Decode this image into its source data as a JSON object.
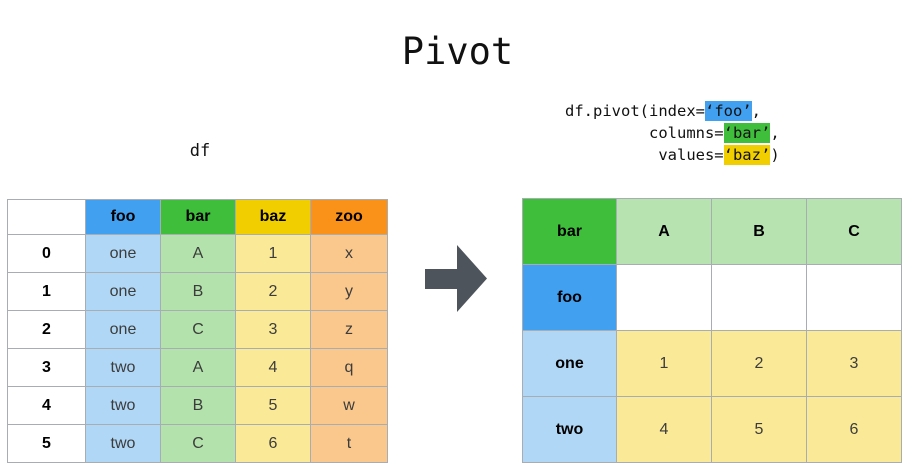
{
  "title": "Pivot",
  "left_panel": {
    "label": "df",
    "table": {
      "headers": {
        "index": "",
        "foo": "foo",
        "bar": "bar",
        "baz": "baz",
        "zoo": "zoo"
      },
      "rows": [
        {
          "idx": "0",
          "foo": "one",
          "bar": "A",
          "baz": "1",
          "zoo": "x"
        },
        {
          "idx": "1",
          "foo": "one",
          "bar": "B",
          "baz": "2",
          "zoo": "y"
        },
        {
          "idx": "2",
          "foo": "one",
          "bar": "C",
          "baz": "3",
          "zoo": "z"
        },
        {
          "idx": "3",
          "foo": "two",
          "bar": "A",
          "baz": "4",
          "zoo": "q"
        },
        {
          "idx": "4",
          "foo": "two",
          "bar": "B",
          "baz": "5",
          "zoo": "w"
        },
        {
          "idx": "5",
          "foo": "two",
          "bar": "C",
          "baz": "6",
          "zoo": "t"
        }
      ]
    }
  },
  "code": {
    "line1": {
      "pre": "df.pivot(index=",
      "hl": "‘foo’",
      "post": ","
    },
    "line2": {
      "pre": "         columns=",
      "hl": "‘bar’",
      "post": ","
    },
    "line3": {
      "pre": "          values=",
      "hl": "‘baz’",
      "post": ")"
    }
  },
  "right_panel": {
    "table": {
      "corner": "bar",
      "col_headers": [
        "A",
        "B",
        "C"
      ],
      "index_header": "foo",
      "rows": [
        {
          "label": "one",
          "a": "1",
          "b": "2",
          "c": "3"
        },
        {
          "label": "two",
          "a": "4",
          "b": "5",
          "c": "6"
        }
      ]
    }
  },
  "colors": {
    "blue": "#42A0F0",
    "green": "#3FBE3C",
    "yellow": "#F0CE00",
    "orange": "#FA921A",
    "light_blue": "#B0D7F5",
    "light_green": "#B4E2AC",
    "light_yellow": "#FAE996",
    "light_orange": "#FAC88C",
    "arrow": "#4D545C",
    "border": "#A7ADB3"
  }
}
